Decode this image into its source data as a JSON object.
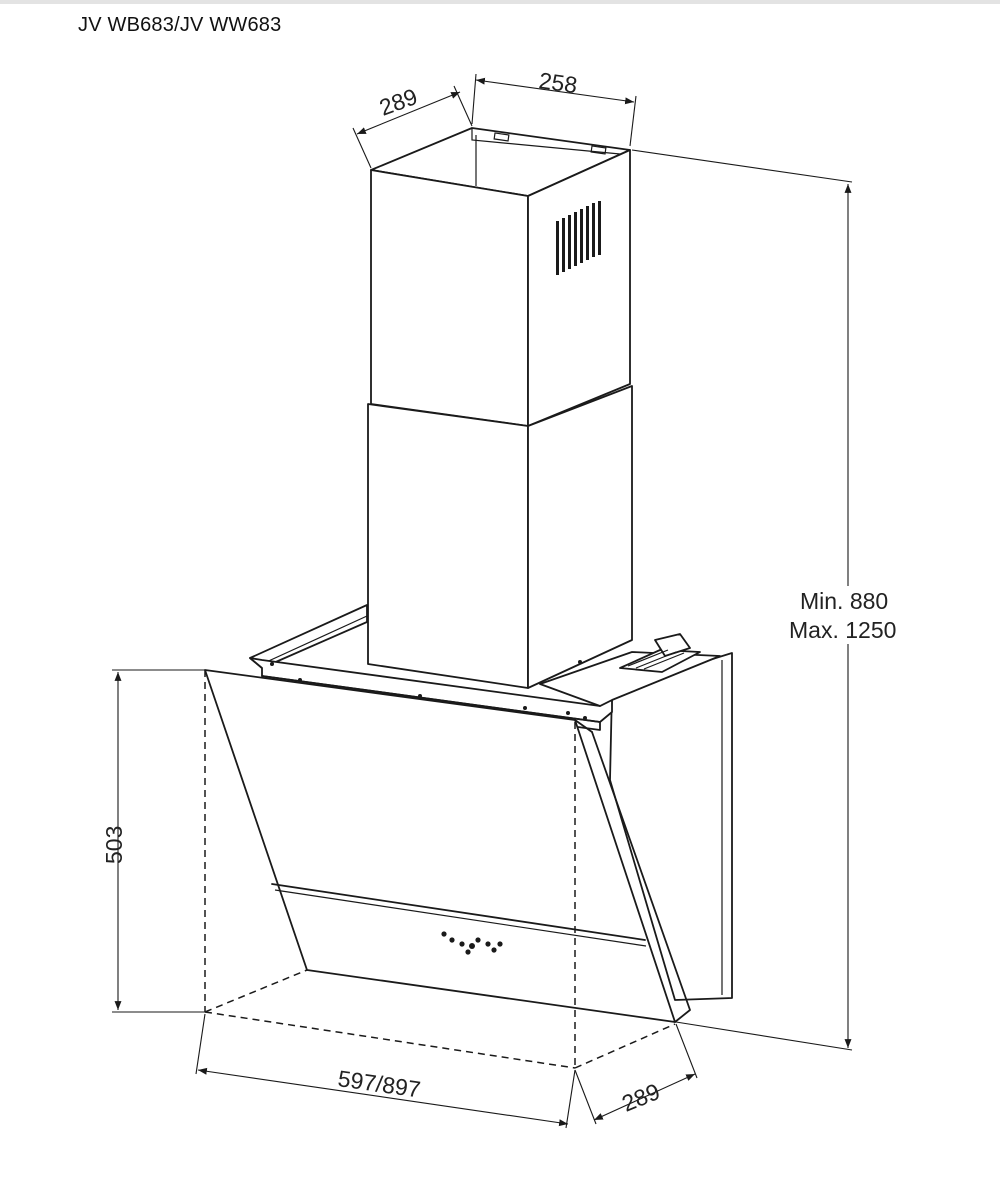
{
  "title": "JV WB683/JV WW683",
  "dimensions": {
    "chimney_depth": "289",
    "chimney_width": "258",
    "height_min": "Min. 880",
    "height_max": "Max. 1250",
    "hood_height": "503",
    "hood_width": "597/897",
    "hood_depth": "289"
  }
}
